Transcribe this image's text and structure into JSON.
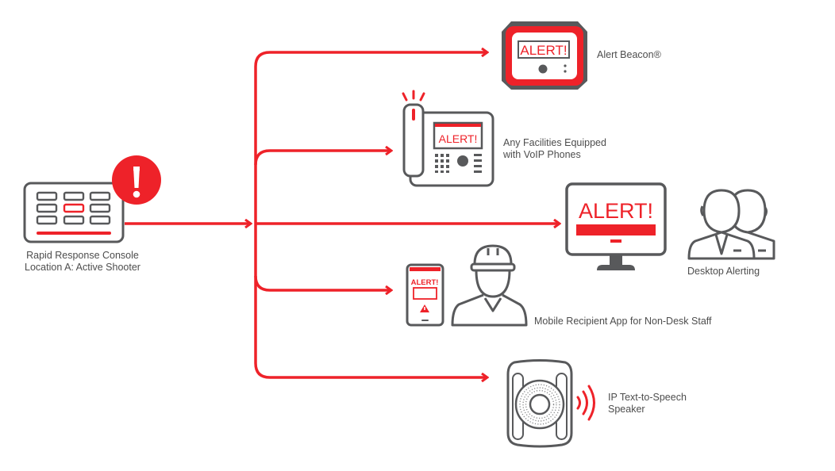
{
  "colors": {
    "accent": "#ee2229",
    "icon_gray": "#58595b",
    "text": "#4d4d4d"
  },
  "source": {
    "icon": "console-icon",
    "badge_icon": "exclamation-icon",
    "label_line1": "Rapid Response Console",
    "label_line2": "Location A: Active Shooter"
  },
  "targets": [
    {
      "id": "alert-beacon",
      "icon": "alert-beacon-icon",
      "screen_text": "ALERT!",
      "label_line1": "Alert Beacon®",
      "label_line2": ""
    },
    {
      "id": "voip-phones",
      "icon": "voip-phone-icon",
      "screen_text": "ALERT!",
      "label_line1": "Any Facilities Equipped",
      "label_line2": "with VoIP Phones"
    },
    {
      "id": "desktop-alerting",
      "icon": "desktop-monitor-icon",
      "screen_text": "ALERT!",
      "label_line1": "Desktop Alerting",
      "label_line2": ""
    },
    {
      "id": "mobile-app",
      "icon": "mobile-phone-icon",
      "screen_text": "ALERT!",
      "label_line1": "Mobile Recipient App for Non-Desk Staff",
      "label_line2": ""
    },
    {
      "id": "ip-speaker",
      "icon": "speaker-icon",
      "screen_text": "",
      "label_line1": "IP Text-to-Speech",
      "label_line2": "Speaker"
    }
  ]
}
